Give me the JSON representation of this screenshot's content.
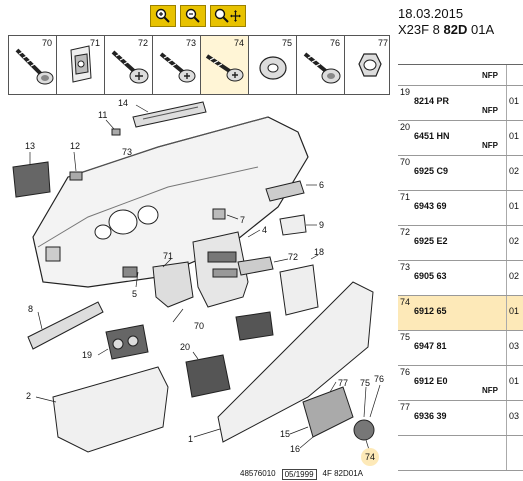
{
  "toolbar": {
    "zoom_in_icon": "zoom-in-icon",
    "zoom_out_icon": "zoom-out-icon",
    "zoom_fit_icon": "zoom-fit-icon"
  },
  "parts_strip": [
    {
      "num": "70"
    },
    {
      "num": "71"
    },
    {
      "num": "72"
    },
    {
      "num": "73"
    },
    {
      "num": "74"
    },
    {
      "num": "75"
    },
    {
      "num": "76"
    },
    {
      "num": "77"
    }
  ],
  "diagram_labels": {
    "l1": "1",
    "l2": "2",
    "l4": "4",
    "l5": "5",
    "l6": "6",
    "l7": "7",
    "l8": "8",
    "l9": "9",
    "l11": "11",
    "l12": "12",
    "l13": "13",
    "l14": "14",
    "l15": "15",
    "l16": "16",
    "l18": "18",
    "l19": "19",
    "l20": "20",
    "l70": "70",
    "l71": "71",
    "l72": "72",
    "l73": "73",
    "l74": "74",
    "l75": "75",
    "l76": "76",
    "l77": "77"
  },
  "footer": {
    "code": "48576010",
    "date": "05/1999",
    "ref": "4F 82D01A"
  },
  "header": {
    "date": "18.03.2015",
    "code_a": "X23F 8",
    "code_b": "82D",
    "code_c": "01A"
  },
  "rows": [
    {
      "n": "",
      "ref": "",
      "nfp": "NFP",
      "q": ""
    },
    {
      "n": "19",
      "ref": "8214 PR",
      "nfp": "NFP",
      "q": "01"
    },
    {
      "n": "20",
      "ref": "6451 HN",
      "nfp": "NFP",
      "q": "01"
    },
    {
      "n": "70",
      "ref": "6925 C9",
      "nfp": "",
      "q": "02"
    },
    {
      "n": "71",
      "ref": "6943 69",
      "nfp": "",
      "q": "01"
    },
    {
      "n": "72",
      "ref": "6925 E2",
      "nfp": "",
      "q": "02"
    },
    {
      "n": "73",
      "ref": "6905 63",
      "nfp": "",
      "q": "02"
    },
    {
      "n": "74",
      "ref": "6912 65",
      "nfp": "",
      "q": "01"
    },
    {
      "n": "75",
      "ref": "6947 81",
      "nfp": "",
      "q": "03"
    },
    {
      "n": "76",
      "ref": "6912 E0",
      "nfp": "NFP",
      "q": "01"
    },
    {
      "n": "77",
      "ref": "6936 39",
      "nfp": "",
      "q": "03"
    },
    {
      "n": "",
      "ref": "",
      "nfp": "",
      "q": ""
    }
  ]
}
